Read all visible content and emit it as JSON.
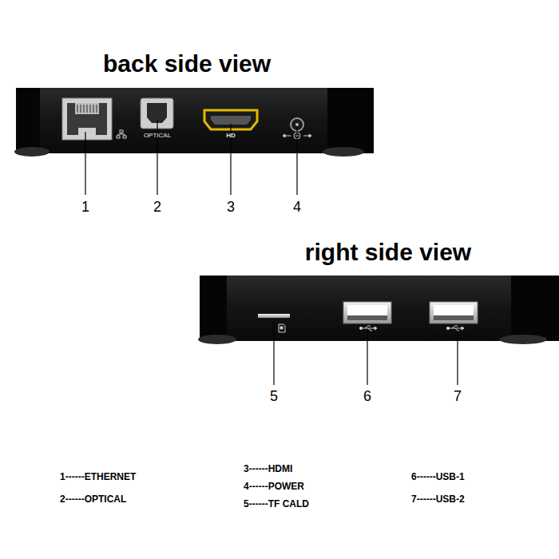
{
  "diagram": {
    "labels": [
      "back side view",
      "OPTICAL",
      "HD",
      "1",
      "2",
      "3",
      "4",
      "right side view",
      "5",
      "6",
      "7",
      "1------ETHERNET",
      "2------OPTICAL",
      "3------HDMI",
      "4------POWER",
      "5------TF CALD",
      "6------USB-1",
      "7------USB-2"
    ]
  }
}
